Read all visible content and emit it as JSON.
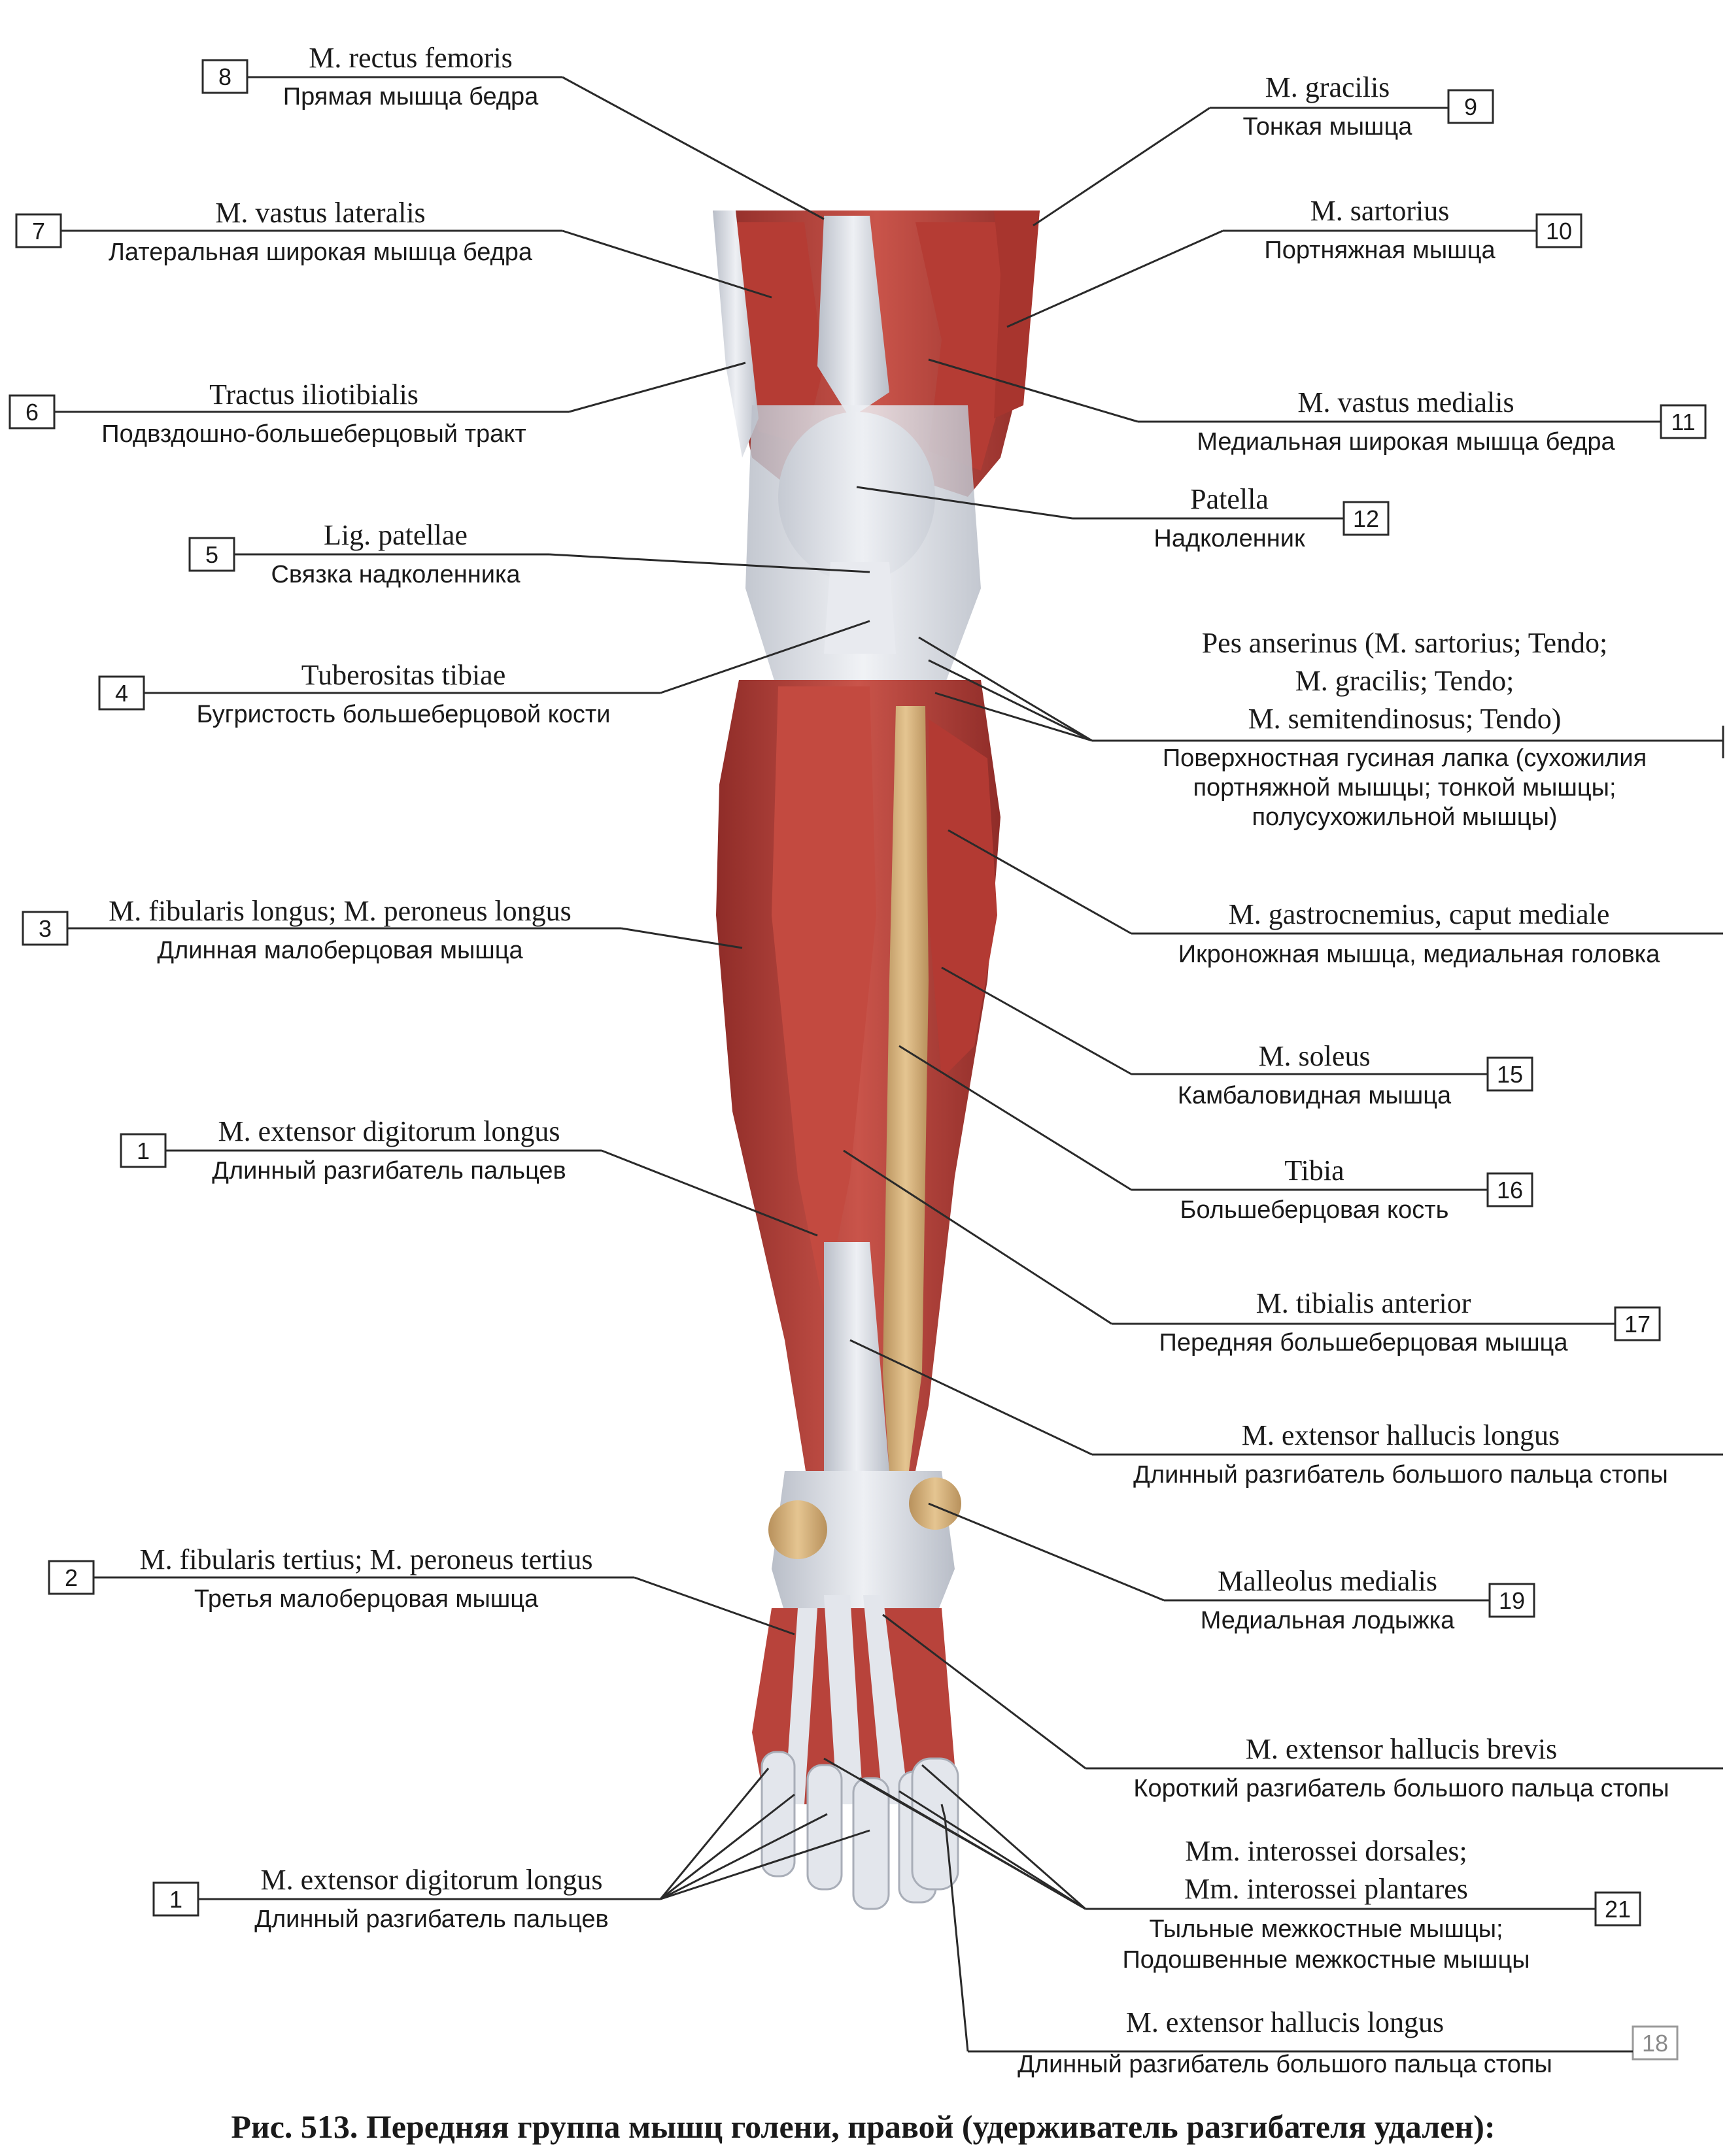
{
  "caption": "Рис. 513. Передняя группа мышц голени, правой (удерживатель разгибателя удален):",
  "labels": [
    {
      "num": "8",
      "latin": "M. rectus femoris",
      "russian": "Прямая мышца бедра"
    },
    {
      "num": "9",
      "latin": "M. gracilis",
      "russian": "Тонкая мышца"
    },
    {
      "num": "7",
      "latin": "M. vastus lateralis",
      "russian": "Латеральная широкая мышца бедра"
    },
    {
      "num": "10",
      "latin": "M. sartorius",
      "russian": "Портняжная мышца"
    },
    {
      "num": "6",
      "latin": "Tractus iliotibialis",
      "russian": "Подвздошно-большеберцовый тракт"
    },
    {
      "num": "11",
      "latin": "M. vastus medialis",
      "russian": "Медиальная широкая мышца бедра"
    },
    {
      "num": "12",
      "latin": "Patella",
      "russian": "Надколенник"
    },
    {
      "num": "5",
      "latin": "Lig. patellae",
      "russian": "Связка надколенника"
    },
    {
      "num": "",
      "latin": "Pes anserinus (M. sartorius; Tendo;",
      "latin2": "M. gracilis; Tendo;",
      "latin3": "M. semitendinosus; Tendo)",
      "russian": "Поверхностная гусиная лапка (сухожилия",
      "russian2": "портняжной мышцы; тонкой мышцы;",
      "russian3": "полусухожильной мышцы)"
    },
    {
      "num": "4",
      "latin": "Tuberositas tibiae",
      "russian": "Бугристость большеберцовой кости"
    },
    {
      "num": "3",
      "latin": "M. fibularis longus; M. peroneus longus",
      "russian": "Длинная малоберцовая мышца"
    },
    {
      "num": "",
      "latin": "M. gastrocnemius, caput mediale",
      "russian": "Икроножная мышца, медиальная головка"
    },
    {
      "num": "15",
      "latin": "M. soleus",
      "russian": "Камбаловидная мышца"
    },
    {
      "num": "1",
      "latin": "M. extensor digitorum longus",
      "russian": "Длинный разгибатель пальцев"
    },
    {
      "num": "16",
      "latin": "Tibia",
      "russian": "Большеберцовая кость"
    },
    {
      "num": "17",
      "latin": "M. tibialis anterior",
      "russian": "Передняя большеберцовая мышца"
    },
    {
      "num": "",
      "latin": "M. extensor hallucis longus",
      "russian": "Длинный разгибатель большого пальца стопы"
    },
    {
      "num": "2",
      "latin": "M. fibularis tertius; M. peroneus tertius",
      "russian": "Третья малоберцовая мышца"
    },
    {
      "num": "19",
      "latin": "Malleolus medialis",
      "russian": "Медиальная лодыжка"
    },
    {
      "num": "",
      "latin": "M. extensor hallucis brevis",
      "russian": "Короткий разгибатель большого пальца стопы"
    },
    {
      "num": "1",
      "latin": "M. extensor digitorum longus",
      "russian": "Длинный разгибатель пальцев"
    },
    {
      "num": "21",
      "latin": "Mm. interossei dorsales;",
      "latin2": "Mm. interossei plantares",
      "russian": "Тыльные межкостные мышцы;",
      "russian2": "Подошвенные межкостные мышцы"
    },
    {
      "num": "18",
      "latin": "M. extensor hallucis longus",
      "russian": "Длинный разгибатель большого пальца стопы"
    }
  ],
  "colors": {
    "muscle": "#c0473f",
    "muscle_dark": "#8f2c28",
    "tendon": "#dfe2e8",
    "bone": "#d9b27c"
  }
}
